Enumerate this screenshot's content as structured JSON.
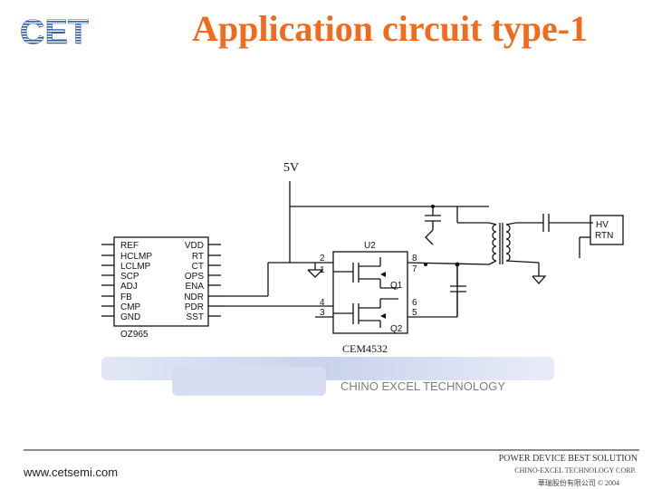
{
  "header": {
    "logo_text": "CET",
    "title": "Application circuit type-1"
  },
  "schematic": {
    "supply_label": "5V",
    "ic1": {
      "name": "OZ965",
      "left_pins": [
        "REF",
        "HCLMP",
        "LCLMP",
        "SCP",
        "ADJ",
        "FB",
        "CMP",
        "GND"
      ],
      "right_pins": [
        "VDD",
        "RT",
        "CT",
        "OPS",
        "ENA",
        "NDR",
        "PDR",
        "SST"
      ]
    },
    "ic2": {
      "name": "U2",
      "part": "CEM4532",
      "pin_labels": [
        "2",
        "1",
        "4",
        "3",
        "8",
        "7",
        "6",
        "5"
      ],
      "transistors": [
        "Q1",
        "Q2"
      ]
    },
    "output_labels": [
      "HV",
      "RTN"
    ]
  },
  "watermark": {
    "text": "CHINO EXCEL TECHNOLOGY"
  },
  "footer": {
    "website": "www.cetsemi.com",
    "tagline": "POWER DEVICE BEST SOLUTION",
    "corp": "CHINO-EXCEL TECHNOLOGY CORP.",
    "corp_cn": "華瑞股份有限公司 © 2004"
  },
  "colors": {
    "title": "#f26a1b",
    "logo": "#2e5fa8",
    "footer_line": "#8c8c8c"
  }
}
